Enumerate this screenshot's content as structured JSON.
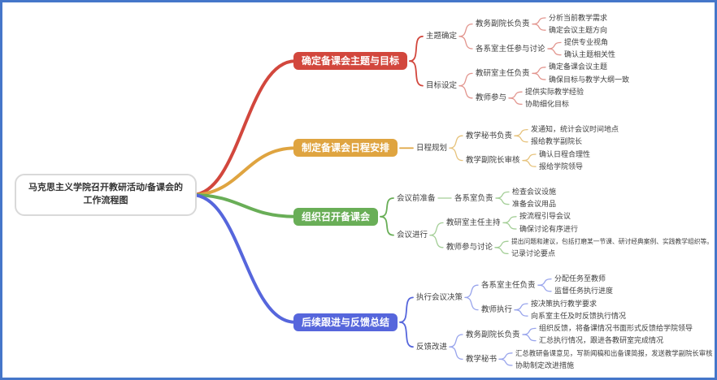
{
  "frame": {
    "background": "#ffffff",
    "border_color": "#4576c9"
  },
  "mindmap": {
    "root": {
      "label": "马克思主义学院召开教研活动/备课会的工作流程图"
    },
    "branches": [
      {
        "label": "确定备课会主题与目标",
        "color": "#d2473d",
        "line_color": "#e2958e",
        "children": [
          {
            "label": "主题确定",
            "children": [
              {
                "label": "教务副院长负责",
                "children": [
                  {
                    "label": "分析当前教学需求"
                  },
                  {
                    "label": "确定会议主题方向"
                  }
                ]
              },
              {
                "label": "各系室主任参与讨论",
                "children": [
                  {
                    "label": "提供专业视角"
                  },
                  {
                    "label": "确认主题相关性"
                  }
                ]
              }
            ]
          },
          {
            "label": "目标设定",
            "children": [
              {
                "label": "教研室主任负责",
                "children": [
                  {
                    "label": "确定备课会议主题"
                  },
                  {
                    "label": "确保目标与教学大纲一致"
                  }
                ]
              },
              {
                "label": "教师参与",
                "children": [
                  {
                    "label": "提供实际教学经验"
                  },
                  {
                    "label": "协助细化目标"
                  }
                ]
              }
            ]
          }
        ]
      },
      {
        "label": "制定备课会日程安排",
        "color": "#dfa440",
        "line_color": "#e6c27b",
        "children": [
          {
            "label": "日程规划",
            "children": [
              {
                "label": "教学秘书负责",
                "children": [
                  {
                    "label": "发通知，统计会议时间地点"
                  },
                  {
                    "label": "报给教学副院长"
                  }
                ]
              },
              {
                "label": "教学副院长审核",
                "children": [
                  {
                    "label": "确认日程合理性"
                  },
                  {
                    "label": "报给学院领导"
                  }
                ]
              }
            ]
          }
        ]
      },
      {
        "label": "组织召开备课会",
        "color": "#69ae57",
        "line_color": "#a3ce96",
        "children": [
          {
            "label": "会议前准备",
            "children": [
              {
                "label": "各系室负责",
                "children": [
                  {
                    "label": "检查会议设施"
                  },
                  {
                    "label": "准备会议用品"
                  }
                ]
              }
            ]
          },
          {
            "label": "会议进行",
            "children": [
              {
                "label": "教研室主任主持",
                "children": [
                  {
                    "label": "按流程引导会议"
                  },
                  {
                    "label": "确保讨论有序进行"
                  }
                ]
              },
              {
                "label": "教师参与讨论",
                "children": [
                  {
                    "label": "提出问题和建议，包括打磨某一节课、研讨经典案例、实践教学组织等。"
                  },
                  {
                    "label": "记录讨论要点"
                  }
                ]
              }
            ]
          }
        ]
      },
      {
        "label": "后续跟进与反馈总结",
        "color": "#5666dc",
        "line_color": "#98a4ec",
        "children": [
          {
            "label": "执行会议决策",
            "children": [
              {
                "label": "各系室主任负责",
                "children": [
                  {
                    "label": "分配任务至教师"
                  },
                  {
                    "label": "监督任务执行进度"
                  }
                ]
              },
              {
                "label": "教师执行",
                "children": [
                  {
                    "label": "按决策执行教学要求"
                  },
                  {
                    "label": "向系室主任及时反馈执行情况"
                  }
                ]
              }
            ]
          },
          {
            "label": "反馈改进",
            "children": [
              {
                "label": "教务副院长负责",
                "children": [
                  {
                    "label": "组织反馈，将备课情况书面形式反馈给学院领导"
                  },
                  {
                    "label": "汇总执行情况，跟进各教研室完成情况"
                  }
                ]
              },
              {
                "label": "教学秘书",
                "children": [
                  {
                    "label": "汇总教研备课意见，写新闻稿和出备课简报，发送教学副院长审核"
                  },
                  {
                    "label": "协助制定改进措施"
                  }
                ]
              }
            ]
          }
        ]
      }
    ]
  }
}
